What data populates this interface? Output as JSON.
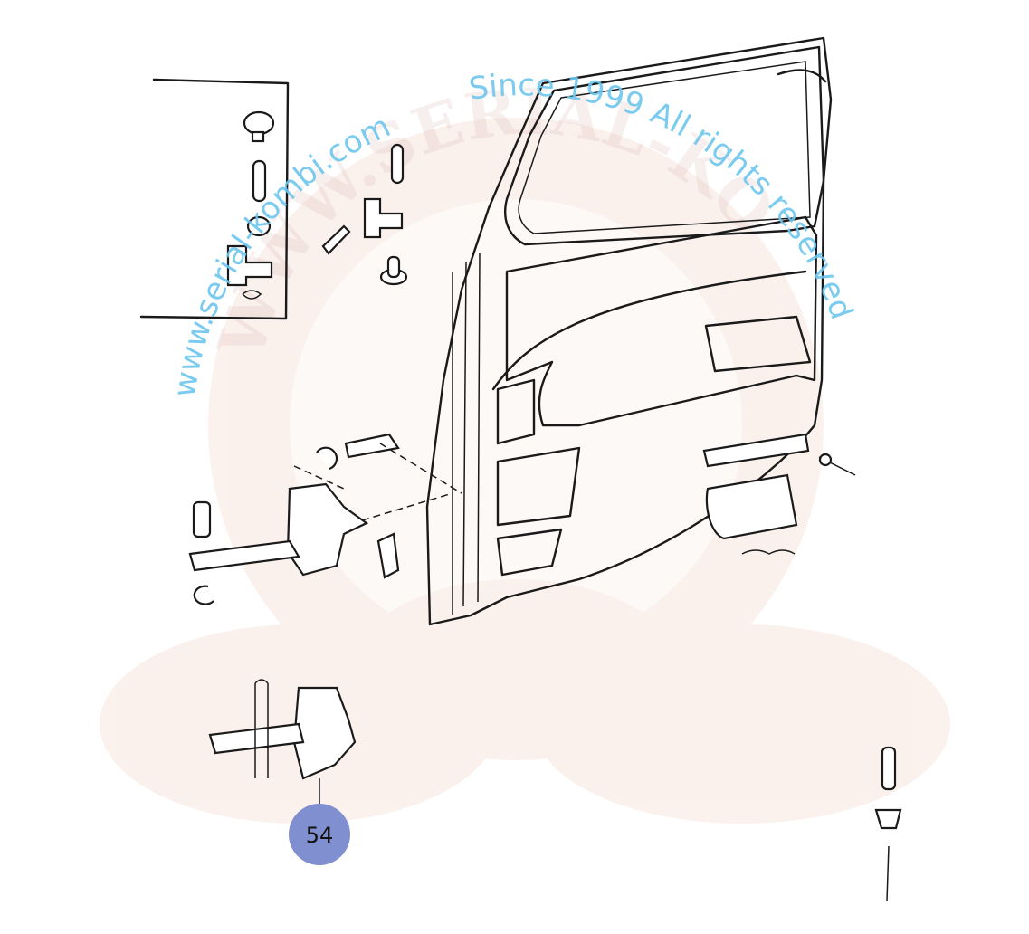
{
  "watermark": {
    "url_text": "www.serial-kombi.com",
    "rights_text": "Since 1999 All rights reserved",
    "big_text": "WWW.SERIAL-KOMBI",
    "tint_color": "#f3dcd2",
    "text_color": "#6cc6ee"
  },
  "callouts": [
    {
      "label": "54",
      "color": "#7f8fcf"
    }
  ]
}
